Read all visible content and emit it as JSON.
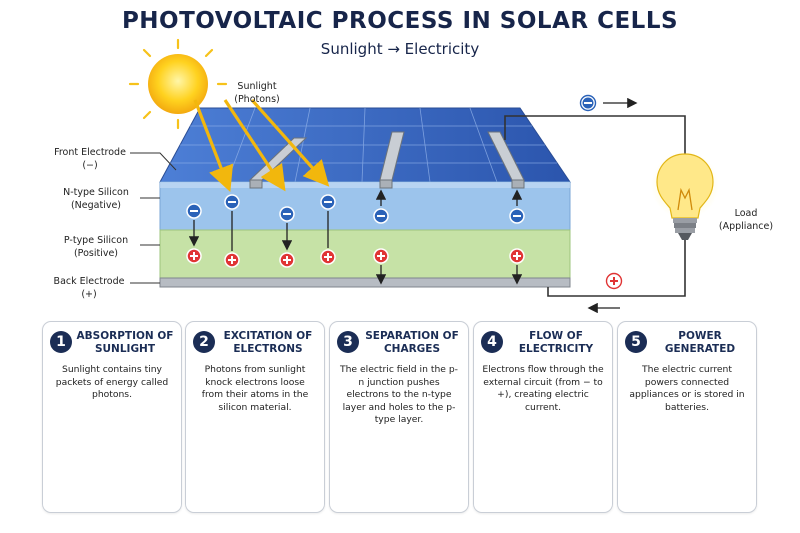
{
  "header": {
    "title": "PHOTOVOLTAIC PROCESS IN SOLAR CELLS",
    "subtitle": "Sunlight → Electricity"
  },
  "labels": {
    "sunlight": "Sunlight",
    "photons": "(Photons)",
    "front_electrode": "Front Electrode",
    "front_sign": "(−)",
    "n_type": "N-type Silicon",
    "n_sign": "(Negative)",
    "p_type": "P-type Silicon",
    "p_sign": "(Positive)",
    "back_electrode": "Back Electrode",
    "back_sign": "(+)",
    "load": "Load",
    "appliance": "(Appliance)"
  },
  "steps": [
    {
      "number": "1",
      "title": "ABSORPTION OF SUNLIGHT",
      "text": "Sunlight contains tiny packets of energy called photons."
    },
    {
      "number": "2",
      "title": "EXCITATION OF ELECTRONS",
      "text": "Photons from sunlight knock electrons loose from their atoms in the silicon material."
    },
    {
      "number": "3",
      "title": "SEPARATION OF CHARGES",
      "text": "The electric field in the p-n junction pushes electrons to the n-type layer and holes to the p-type layer."
    },
    {
      "number": "4",
      "title": "FLOW OF ELECTRICITY",
      "text": "Electrons flow through the external circuit (from − to +), creating electric current."
    },
    {
      "number": "5",
      "title": "POWER GENERATED",
      "text": "The electric current powers connected appliances or is stored in batteries."
    }
  ],
  "colors": {
    "navy": "#1b2d55",
    "electron": "#2a62b8",
    "hole": "#e03434",
    "n_layer": "#9cc4ec",
    "p_layer": "#c6e2a6",
    "panel": "#3b68c4",
    "sun": "#ffd21f"
  },
  "icons": [
    "sun-icon",
    "electron-icon",
    "hole-icon",
    "light-bulb-icon",
    "battery-icon",
    "lightning-icon"
  ]
}
